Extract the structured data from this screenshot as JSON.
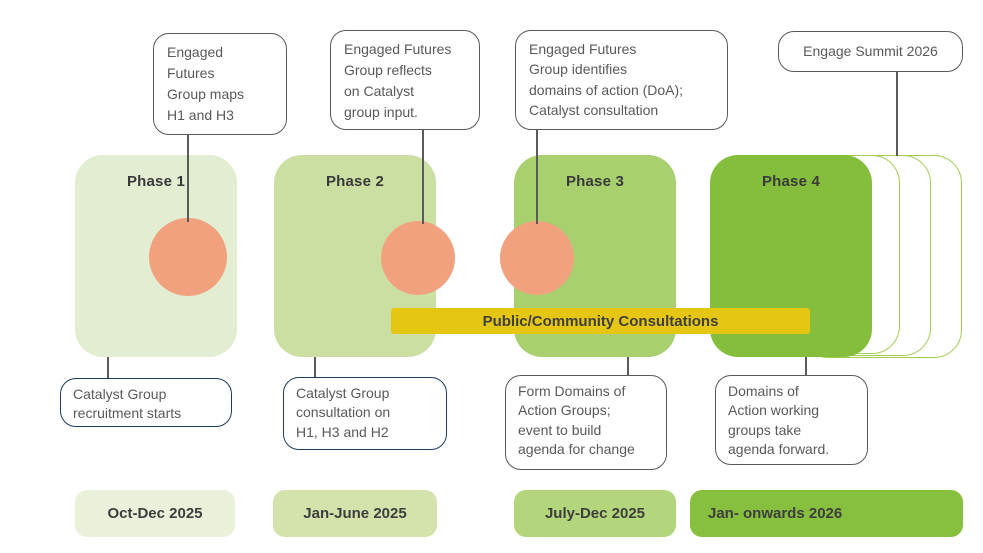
{
  "colors": {
    "phase1_fill": "#e2edd2",
    "phase2_fill": "#cbdfa3",
    "phase3_fill": "#a9d06f",
    "phase4_fill": "#85be3d",
    "ghost_border": "#a2cc51",
    "circle_fill": "#f2a17e",
    "banner_fill": "#e5c713",
    "pill1_fill": "#e9f1da",
    "pill2_fill": "#d3e3ab",
    "pill3_fill": "#b3d67d",
    "pill4_fill": "#87bf3e",
    "navy_border": "#1f3a60",
    "gray_border": "#595959",
    "line_color": "#5a5a5a"
  },
  "phases": [
    {
      "title": "Phase 1"
    },
    {
      "title": "Phase 2"
    },
    {
      "title": "Phase 3"
    },
    {
      "title": "Phase 4"
    }
  ],
  "top_callouts": [
    {
      "text": "Engaged\nFutures\nGroup maps\nH1 and H3"
    },
    {
      "text": "Engaged Futures\nGroup reflects\non Catalyst\ngroup input."
    },
    {
      "text": "Engaged Futures\nGroup identifies\ndomains of action (DoA);\nCatalyst consultation"
    },
    {
      "text": "Engage Summit 2026"
    }
  ],
  "banner": {
    "label": "Public/Community Consultations"
  },
  "bottom_callouts": [
    {
      "text": "Catalyst Group\nrecruitment starts"
    },
    {
      "text": "Catalyst Group\nconsultation on\nH1, H3 and H2"
    },
    {
      "text": "Form Domains of\nAction Groups;\nevent to build\nagenda for change"
    },
    {
      "text": "Domains of\nAction working\ngroups take\nagenda forward."
    }
  ],
  "date_pills": [
    {
      "label": "Oct-Dec 2025"
    },
    {
      "label": "Jan-June 2025"
    },
    {
      "label": "July-Dec 2025"
    },
    {
      "label": "Jan- onwards 2026"
    }
  ]
}
